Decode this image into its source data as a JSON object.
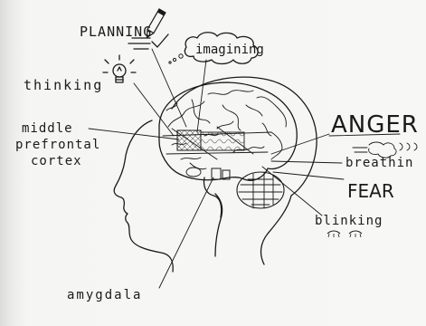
{
  "labels": {
    "planning": "PLANNING",
    "imagining": "imagining",
    "thinking": "thinking",
    "middle": "middle",
    "prefrontal": "prefrontal",
    "cortex": "cortex",
    "anger": "ANGER",
    "breathing": "breathin",
    "fear": "FEAR",
    "blinking": "blinking",
    "amygdala": "amygdala"
  },
  "colors": {
    "ink": "#1a1a1a",
    "paper": "#f5f5f3"
  },
  "icons": [
    "pencil-icon",
    "checkmark-icon",
    "lightbulb-icon",
    "thought-cloud-icon",
    "breath-puff-icon",
    "eye-icon"
  ]
}
